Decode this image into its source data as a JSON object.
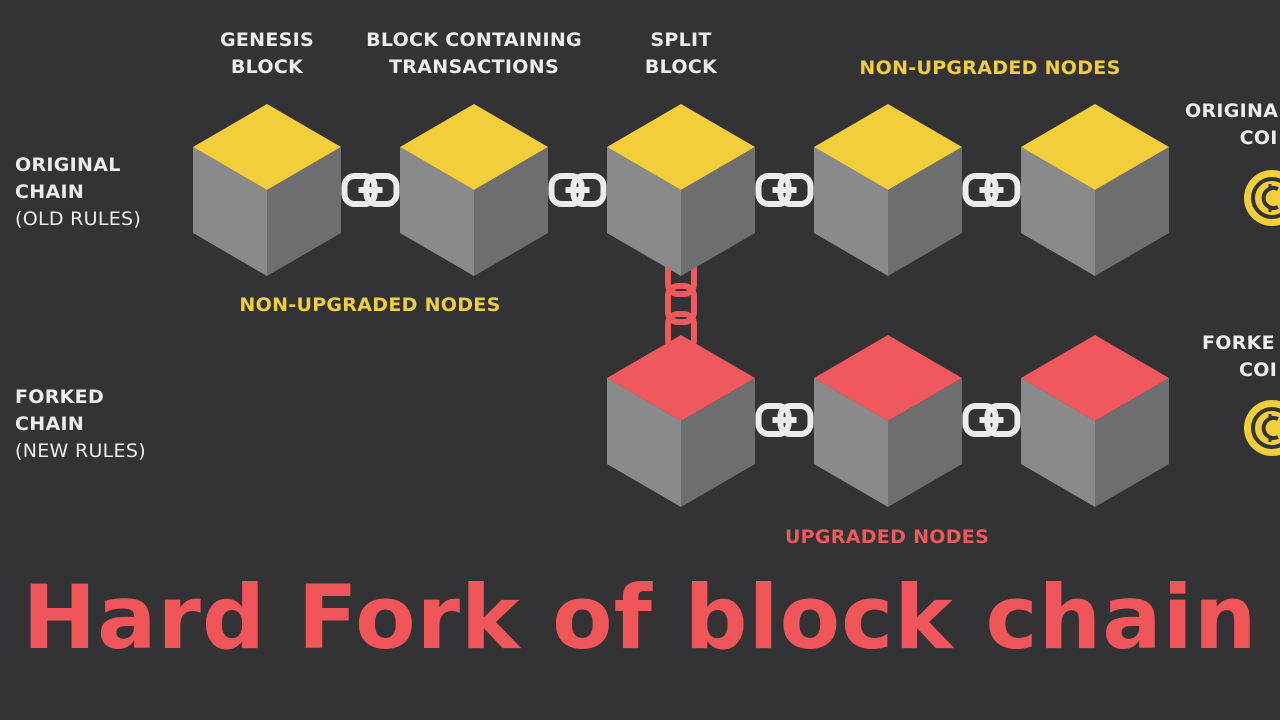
{
  "labels": {
    "genesis_block": [
      "GENESIS",
      "BLOCK"
    ],
    "block_with_tx": [
      "BLOCK CONTAINING",
      "TRANSACTIONS"
    ],
    "split_block": [
      "SPLIT",
      "BLOCK"
    ],
    "non_upgraded_top": "NON-UPGRADED NODES",
    "non_upgraded_mid": "NON-UPGRADED NODES",
    "upgraded_nodes": "UPGRADED NODES",
    "original_chain": [
      "ORIGINAL",
      "CHAIN",
      "(OLD RULES)"
    ],
    "forked_chain": [
      "FORKED",
      "CHAIN",
      "(NEW RULES)"
    ],
    "original_coin": [
      "ORIGINA",
      "COI"
    ],
    "forked_coin": [
      "FORKE",
      "COI"
    ]
  },
  "title": "Hard Fork of block chain",
  "colors": {
    "background": "#333335",
    "original_top": "#f2cf3a",
    "forked_top": "#f0595b",
    "title": "#f05659",
    "chain_white": "#ececec",
    "chain_red": "#f0595b",
    "coin": "#f2cf3a"
  },
  "chains": {
    "original": {
      "blocks": 5,
      "rules": "old"
    },
    "forked": {
      "blocks": 3,
      "rules": "new"
    }
  },
  "icons": {
    "coin": "coin-icon",
    "link": "chain-link-icon"
  }
}
